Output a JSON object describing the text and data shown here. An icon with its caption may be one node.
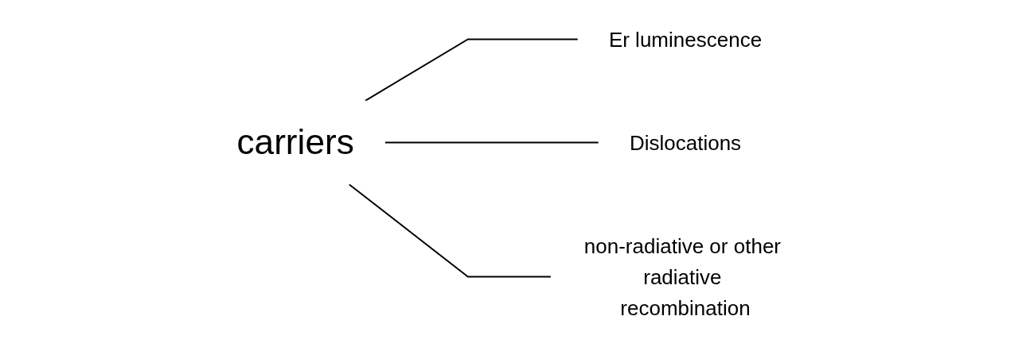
{
  "diagram": {
    "nodes": [
      {
        "text": [
          "carriers"
        ]
      },
      {
        "text": [
          "Er luminescence"
        ]
      },
      {
        "text": [
          "Dislocations"
        ]
      },
      {
        "text": [
          "non-radiative or other radiative recombination"
        ]
      }
    ],
    "edges": [
      {
        "from": 0,
        "to": 1,
        "arrow": "none"
      },
      {
        "from": 0,
        "to": 2,
        "arrow": "none"
      },
      {
        "from": 0,
        "to": 3,
        "arrow": "none"
      }
    ]
  }
}
